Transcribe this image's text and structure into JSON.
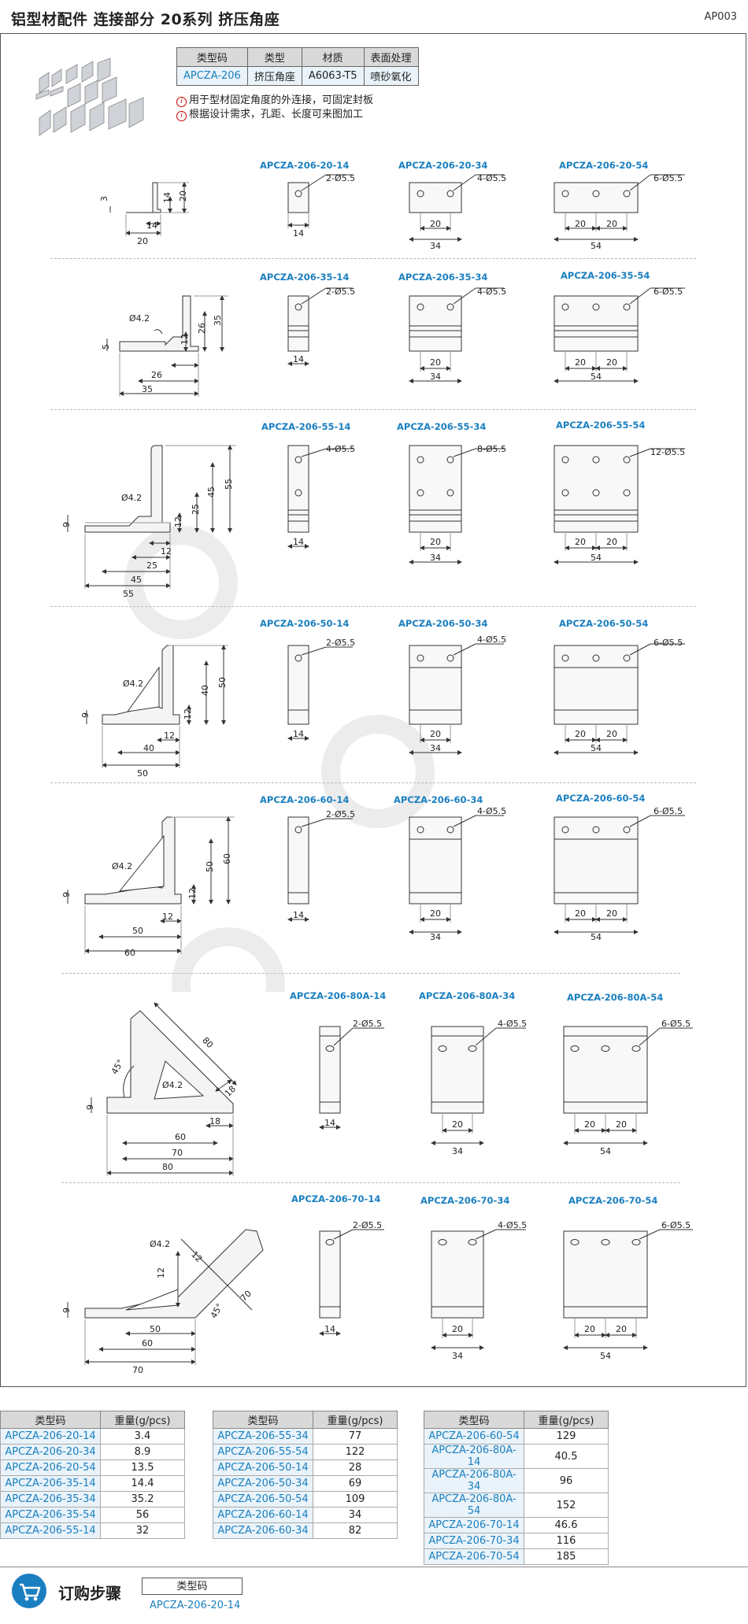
{
  "header": {
    "title": "铝型材配件 连接部分 20系列 挤压角座",
    "code": "AP003"
  },
  "spec": {
    "headers": [
      "类型码",
      "类型",
      "材质",
      "表面处理"
    ],
    "row": [
      "APCZA-206",
      "挤压角座",
      "A6063-T5",
      "喷砂氧化"
    ]
  },
  "notes": [
    "用于型材固定角度的外连接，可固定封板",
    "根据设计需求，孔距、长度可来图加工"
  ],
  "section1": {
    "dims": [
      "3",
      "14",
      "20",
      "14",
      "20"
    ],
    "labels": [
      "APCZA-206-20-14",
      "APCZA-206-20-34",
      "APCZA-206-20-54"
    ],
    "holes": [
      "2-Ø5.5",
      "4-Ø5.5",
      "6-Ø5.5"
    ],
    "w": [
      "14",
      "20",
      "34",
      "20",
      "20",
      "54"
    ]
  },
  "section2": {
    "dims": [
      "Ø4.2",
      "5",
      "12",
      "26",
      "35",
      "26",
      "35"
    ],
    "labels": [
      "APCZA-206-35-14",
      "APCZA-206-35-34",
      "APCZA-206-35-54"
    ],
    "holes": [
      "2-Ø5.5",
      "4-Ø5.5",
      "6-Ø5.5"
    ],
    "w": [
      "14",
      "20",
      "34",
      "20",
      "20",
      "54"
    ]
  },
  "section3": {
    "dims": [
      "Ø4.2",
      "9",
      "12",
      "25",
      "45",
      "55",
      "12",
      "25",
      "45",
      "55"
    ],
    "labels": [
      "APCZA-206-55-14",
      "APCZA-206-55-34",
      "APCZA-206-55-54"
    ],
    "holes": [
      "4-Ø5.5",
      "8-Ø5.5",
      "12-Ø5.5"
    ],
    "w": [
      "14",
      "20",
      "34",
      "20",
      "20",
      "54"
    ]
  },
  "section4": {
    "dims": [
      "Ø4.2",
      "9",
      "12",
      "40",
      "50",
      "12",
      "40",
      "50"
    ],
    "labels": [
      "APCZA-206-50-14",
      "APCZA-206-50-34",
      "APCZA-206-50-54"
    ],
    "holes": [
      "2-Ø5.5",
      "4-Ø5.5",
      "6-Ø5.5"
    ],
    "w": [
      "14",
      "20",
      "34",
      "20",
      "20",
      "54"
    ]
  },
  "section5": {
    "dims": [
      "Ø4.2",
      "9",
      "12",
      "50",
      "60",
      "12",
      "50",
      "60"
    ],
    "labels": [
      "APCZA-206-60-14",
      "APCZA-206-60-34",
      "APCZA-206-60-54"
    ],
    "holes": [
      "2-Ø5.5",
      "4-Ø5.5",
      "6-Ø5.5"
    ],
    "w": [
      "14",
      "20",
      "34",
      "20",
      "20",
      "54"
    ]
  },
  "section6": {
    "dims": [
      "80",
      "45°",
      "18",
      "Ø4.2",
      "9",
      "18",
      "60",
      "70",
      "80"
    ],
    "labels": [
      "APCZA-206-80A-14",
      "APCZA-206-80A-34",
      "APCZA-206-80A-54"
    ],
    "holes": [
      "2-Ø5.5",
      "4-Ø5.5",
      "6-Ø5.5"
    ],
    "w": [
      "14",
      "20",
      "34",
      "20",
      "20",
      "54"
    ]
  },
  "section7": {
    "dims": [
      "Ø4.2",
      "12",
      "12",
      "70",
      "45°",
      "9",
      "50",
      "60",
      "70"
    ],
    "labels": [
      "APCZA-206-70-14",
      "APCZA-206-70-34",
      "APCZA-206-70-54"
    ],
    "holes": [
      "2-Ø5.5",
      "4-Ø5.5",
      "6-Ø5.5"
    ],
    "w": [
      "14",
      "20",
      "34",
      "20",
      "20",
      "54"
    ]
  },
  "weights": {
    "headers": [
      "类型码",
      "重量(g/pcs)"
    ],
    "t1": [
      [
        "APCZA-206-20-14",
        "3.4"
      ],
      [
        "APCZA-206-20-34",
        "8.9"
      ],
      [
        "APCZA-206-20-54",
        "13.5"
      ],
      [
        "APCZA-206-35-14",
        "14.4"
      ],
      [
        "APCZA-206-35-34",
        "35.2"
      ],
      [
        "APCZA-206-35-54",
        "56"
      ],
      [
        "APCZA-206-55-14",
        "32"
      ]
    ],
    "t2": [
      [
        "APCZA-206-55-34",
        "77"
      ],
      [
        "APCZA-206-55-54",
        "122"
      ],
      [
        "APCZA-206-50-14",
        "28"
      ],
      [
        "APCZA-206-50-34",
        "69"
      ],
      [
        "APCZA-206-50-54",
        "109"
      ],
      [
        "APCZA-206-60-14",
        "34"
      ],
      [
        "APCZA-206-60-34",
        "82"
      ]
    ],
    "t3": [
      [
        "APCZA-206-60-54",
        "129"
      ],
      [
        "APCZA-206-80A-14",
        "40.5"
      ],
      [
        "APCZA-206-80A-34",
        "96"
      ],
      [
        "APCZA-206-80A-54",
        "152"
      ],
      [
        "APCZA-206-70-14",
        "46.6"
      ],
      [
        "APCZA-206-70-34",
        "116"
      ],
      [
        "APCZA-206-70-54",
        "185"
      ]
    ]
  },
  "order": {
    "title": "订购步骤",
    "box": "类型码",
    "code": "APCZA-206-20-14"
  }
}
